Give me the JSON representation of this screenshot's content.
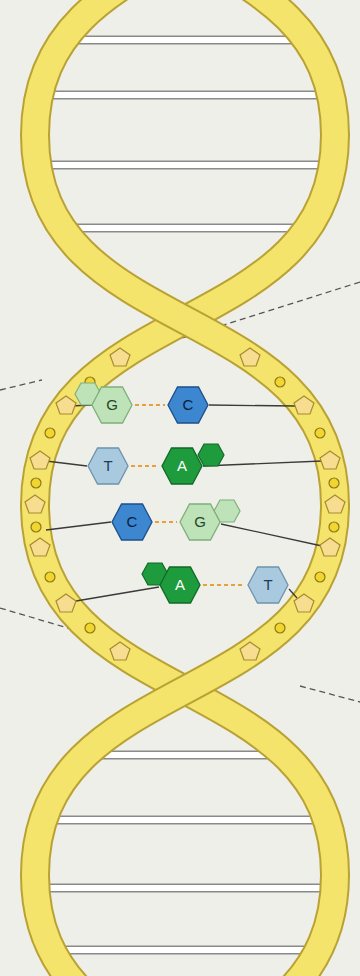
{
  "diagram": {
    "nodes": [
      {
        "text": [
          "G"
        ]
      },
      {
        "text": [
          "C"
        ]
      },
      {
        "text": [
          "T"
        ]
      },
      {
        "text": [
          "A"
        ]
      },
      {
        "text": [
          "C"
        ]
      },
      {
        "text": [
          "G"
        ]
      },
      {
        "text": [
          "A"
        ]
      },
      {
        "text": [
          "T"
        ]
      }
    ],
    "edges": [
      {
        "from": 0,
        "to": 1,
        "arrow": "none"
      },
      {
        "from": 2,
        "to": 3,
        "arrow": "none"
      },
      {
        "from": 4,
        "to": 5,
        "arrow": "none"
      },
      {
        "from": 6,
        "to": 7,
        "arrow": "none"
      }
    ]
  }
}
